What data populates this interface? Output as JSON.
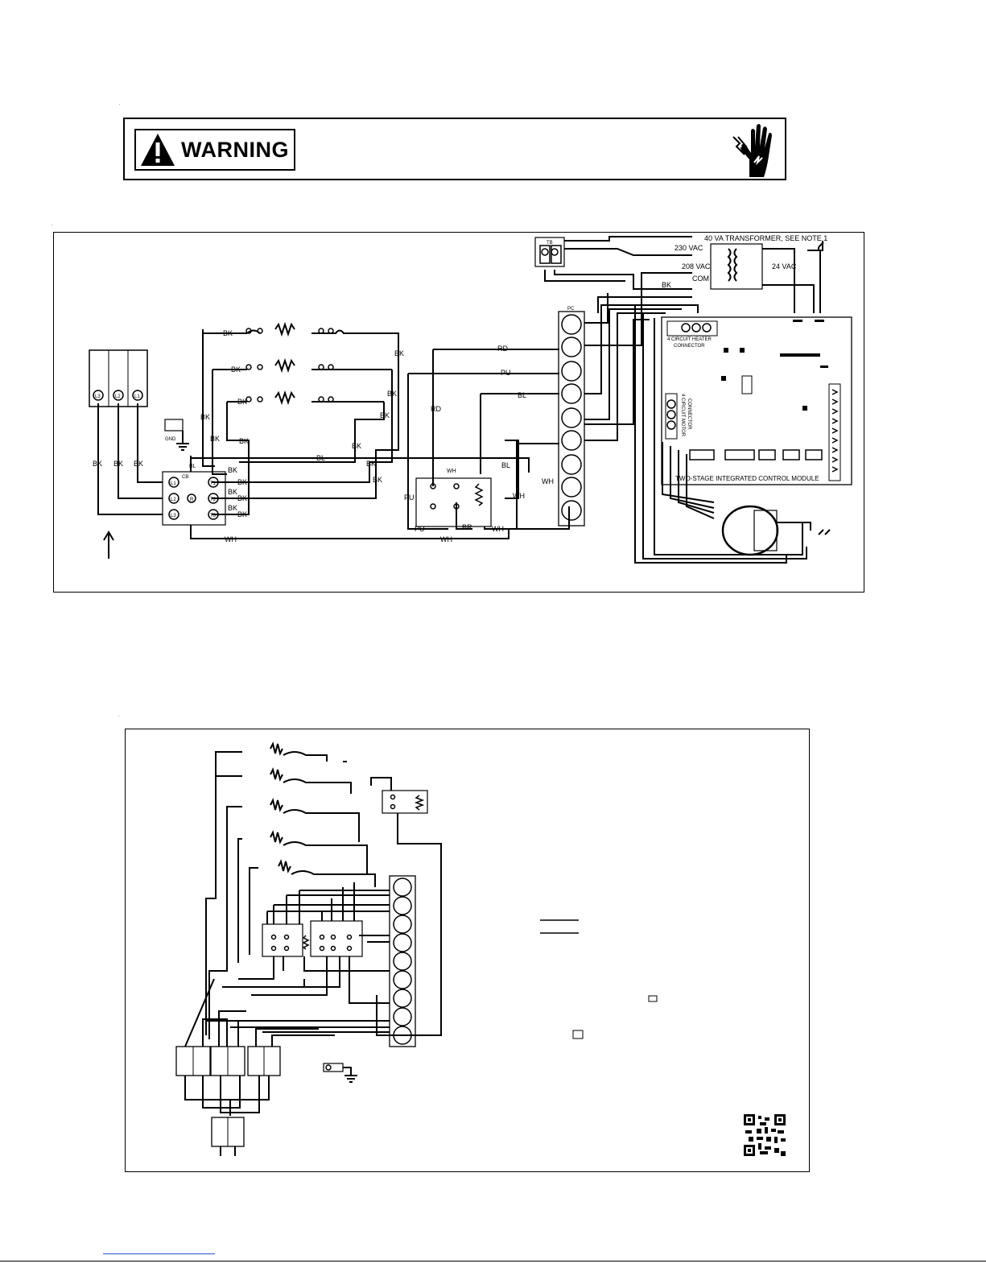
{
  "warning": {
    "label": "WARNING",
    "icons": [
      "warning-triangle-icon",
      "electric-shock-hand-icon"
    ]
  },
  "diagram1": {
    "transformer": {
      "title": "40 VA TRANSFORMER, SEE NOTE 1",
      "tap_230": "230 VAC",
      "tap_208": "208 VAC",
      "tap_com": "COM",
      "secondary": "24 VAC"
    },
    "tb_label": "TB",
    "pc_label": "PC",
    "heater_connector": [
      "4 CIRCUIT HEATER",
      "CONNECTOR"
    ],
    "motor_connector": [
      "4 CIRCUIT MOTOR",
      "CONNECTOR"
    ],
    "control_module": "TWO-STAGE INTEGRATED CONTROL MODULE",
    "gnd": "GND",
    "cb": "CB",
    "line_terminals": [
      "L3",
      "L2",
      "L1"
    ],
    "cb_terminals_left": [
      "L1",
      "L2",
      "L3"
    ],
    "cb_terminals_right": [
      "T1",
      "T2",
      "T3"
    ],
    "cb_center": "R",
    "wire_colors": {
      "bk": "BK",
      "bl": "BL",
      "wh": "WH",
      "rd": "RD",
      "pu": "PU",
      "br": "BR"
    }
  }
}
